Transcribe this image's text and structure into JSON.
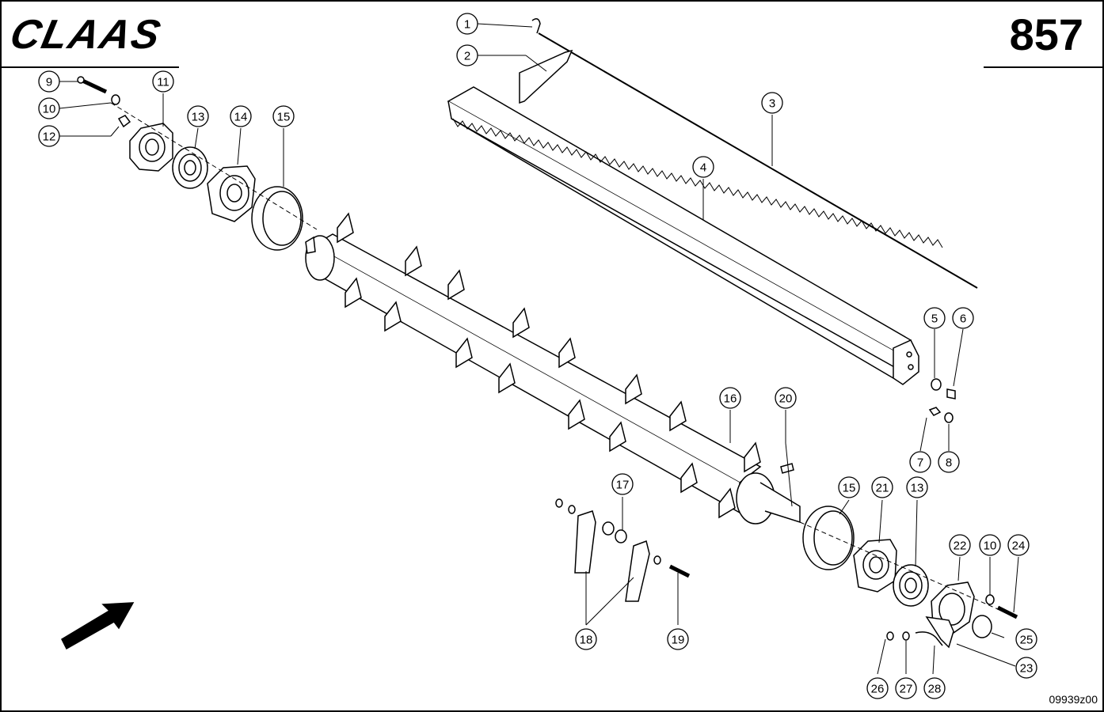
{
  "header": {
    "brand": "CLAAS",
    "page_number": "857"
  },
  "footer": {
    "drawing_id": "09939z00"
  },
  "callouts": [
    {
      "id": "c1",
      "label": "1"
    },
    {
      "id": "c2",
      "label": "2"
    },
    {
      "id": "c3",
      "label": "3"
    },
    {
      "id": "c4",
      "label": "4"
    },
    {
      "id": "c5",
      "label": "5"
    },
    {
      "id": "c6",
      "label": "6"
    },
    {
      "id": "c7",
      "label": "7"
    },
    {
      "id": "c8",
      "label": "8"
    },
    {
      "id": "c9",
      "label": "9"
    },
    {
      "id": "c10a",
      "label": "10"
    },
    {
      "id": "c11",
      "label": "11"
    },
    {
      "id": "c12",
      "label": "12"
    },
    {
      "id": "c13a",
      "label": "13"
    },
    {
      "id": "c14",
      "label": "14"
    },
    {
      "id": "c15a",
      "label": "15"
    },
    {
      "id": "c16",
      "label": "16"
    },
    {
      "id": "c17",
      "label": "17"
    },
    {
      "id": "c18",
      "label": "18"
    },
    {
      "id": "c19",
      "label": "19"
    },
    {
      "id": "c20",
      "label": "20"
    },
    {
      "id": "c15b",
      "label": "15"
    },
    {
      "id": "c21",
      "label": "21"
    },
    {
      "id": "c13b",
      "label": "13"
    },
    {
      "id": "c22",
      "label": "22"
    },
    {
      "id": "c10b",
      "label": "10"
    },
    {
      "id": "c24",
      "label": "24"
    },
    {
      "id": "c25",
      "label": "25"
    },
    {
      "id": "c23",
      "label": "23"
    },
    {
      "id": "c26",
      "label": "26"
    },
    {
      "id": "c27",
      "label": "27"
    },
    {
      "id": "c28",
      "label": "28"
    }
  ]
}
